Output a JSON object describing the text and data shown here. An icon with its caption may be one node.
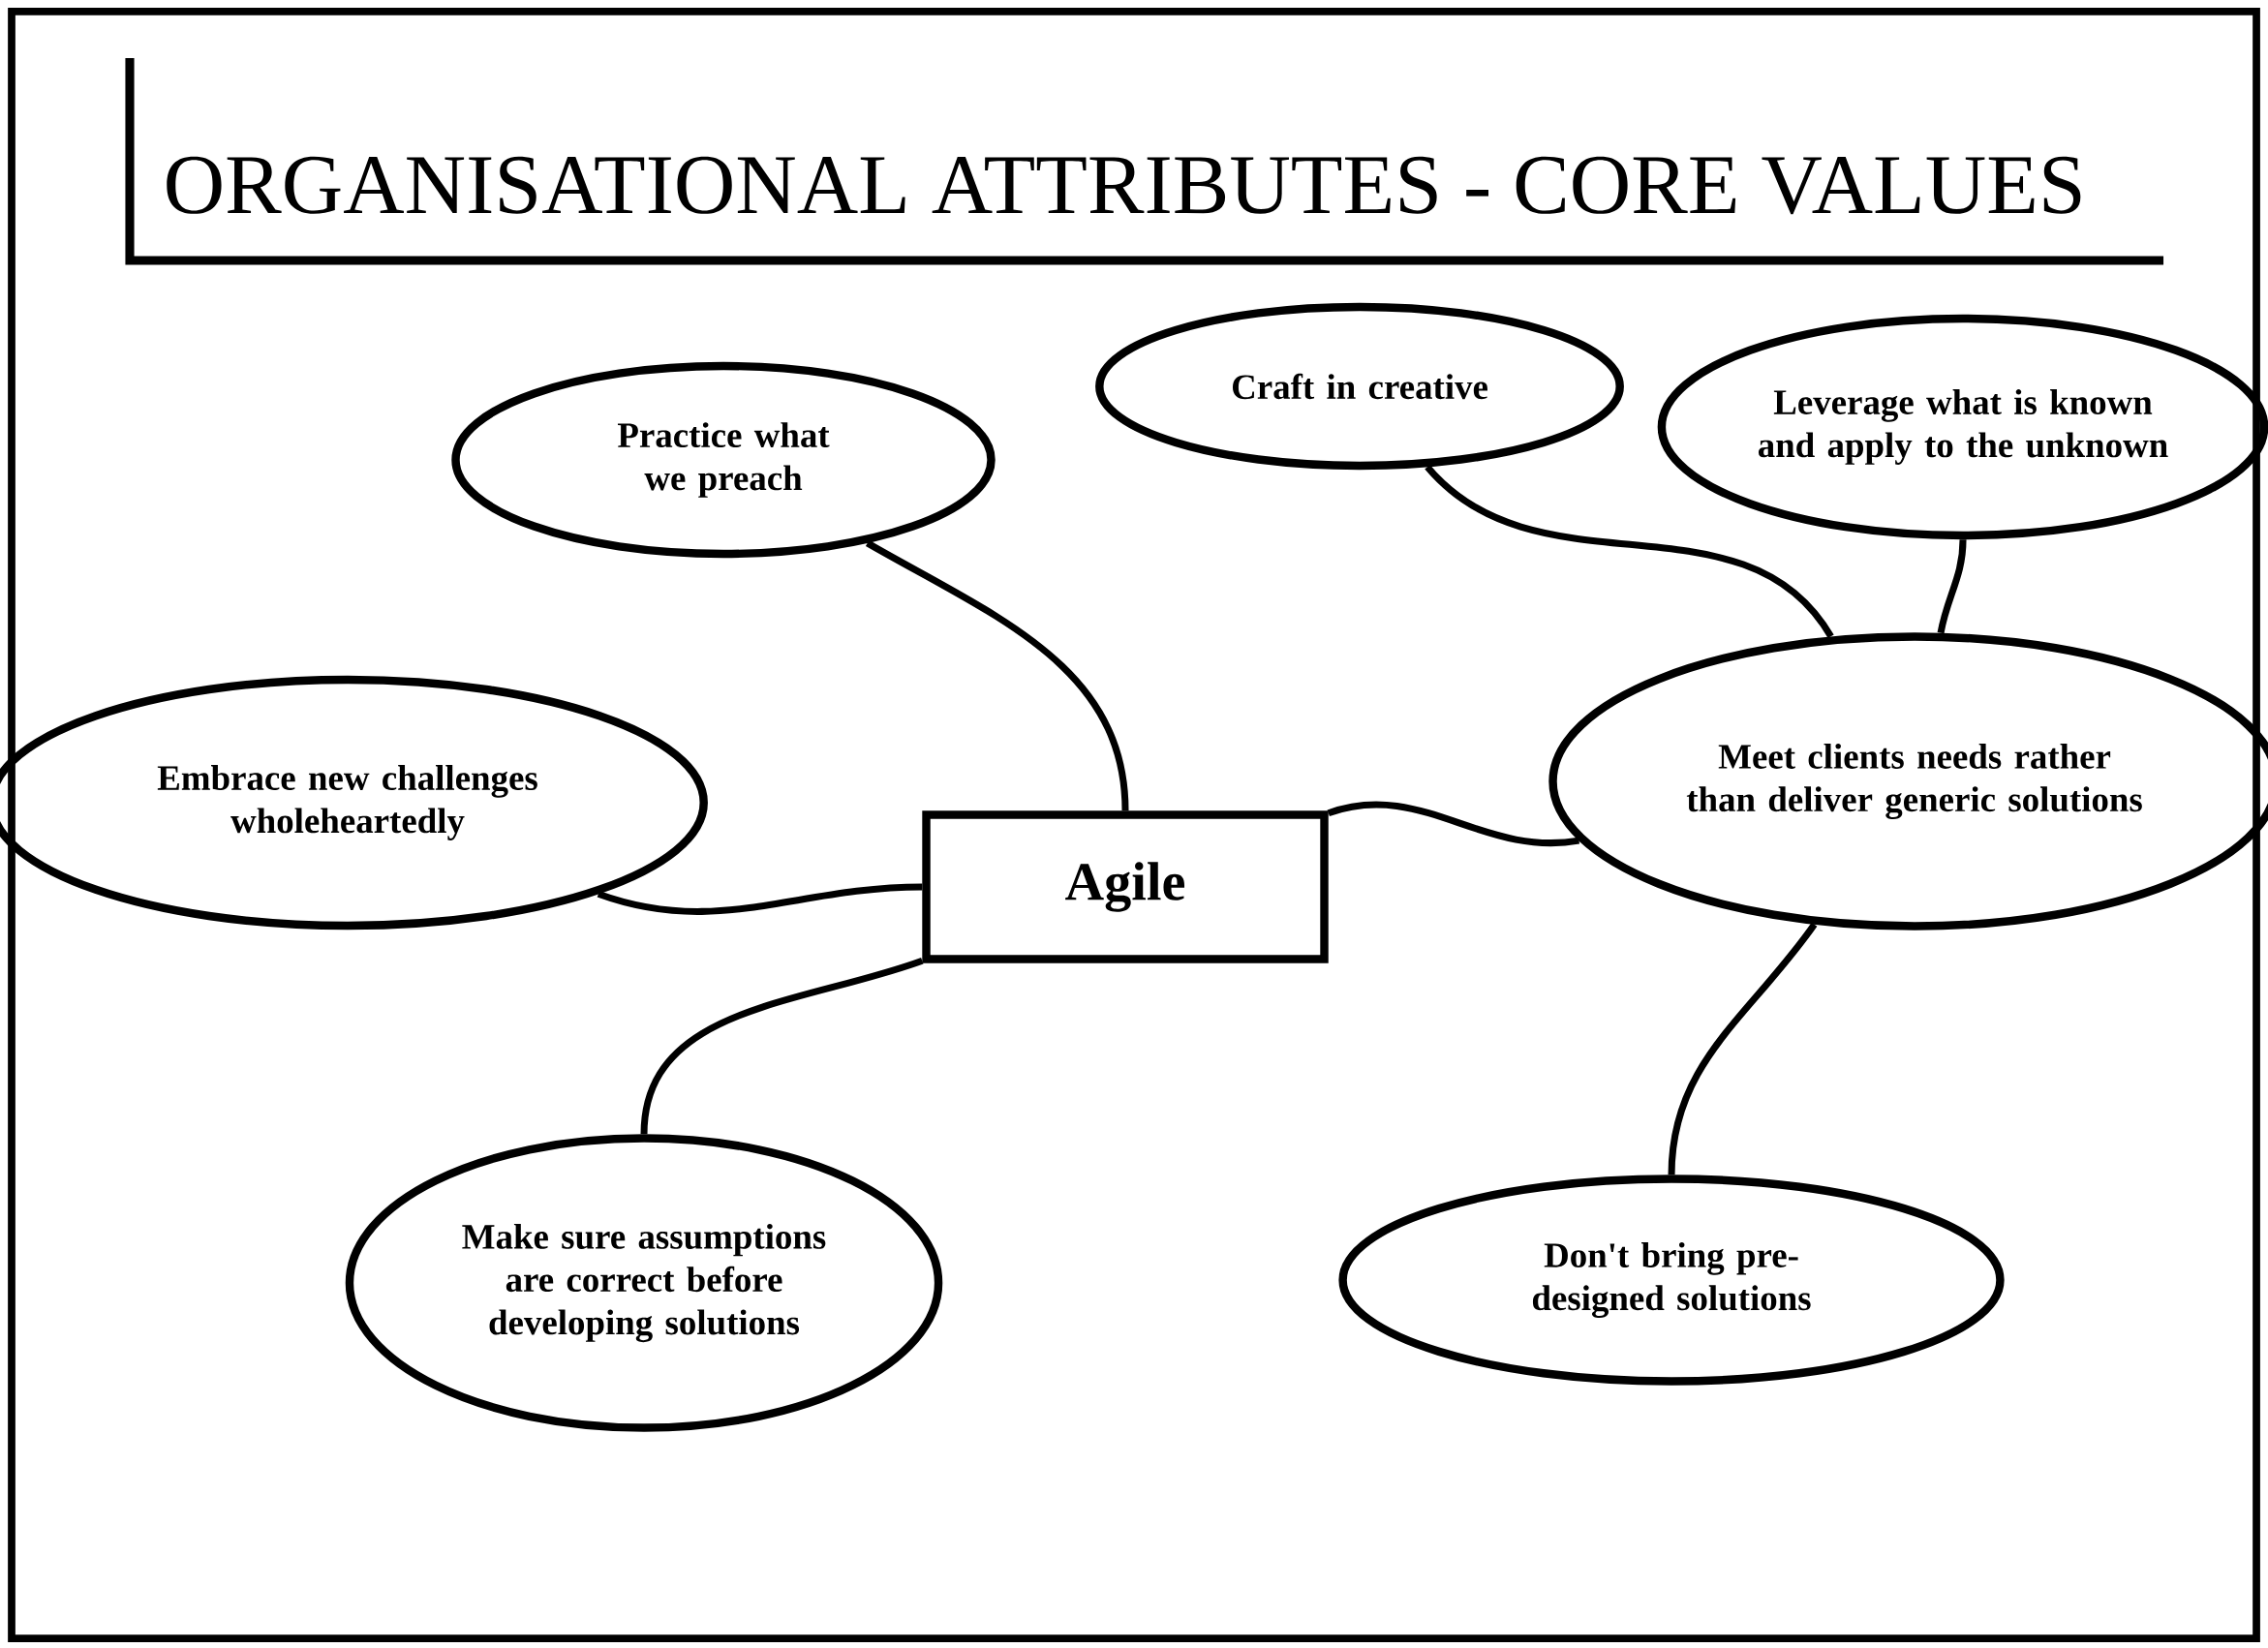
{
  "diagram": {
    "title": "ORGANISATIONAL ATTRIBUTES - CORE VALUES",
    "nodes": [
      {
        "text": [
          "Practice what we preach"
        ]
      },
      {
        "text": [
          "Craft in creative"
        ]
      },
      {
        "text": [
          "Leverage what is known and apply to the unknown"
        ]
      },
      {
        "text": [
          "Embrace new challenges wholeheartedly"
        ]
      },
      {
        "text": [
          "Agile"
        ]
      },
      {
        "text": [
          "Meet clients needs rather than deliver generic solutions"
        ]
      },
      {
        "text": [
          "Make sure assumptions are correct before developing solutions"
        ]
      },
      {
        "text": [
          "Don't bring pre-designed solutions"
        ]
      }
    ],
    "edges": [
      {
        "from": 4,
        "to": 0,
        "arrow": "none"
      },
      {
        "from": 4,
        "to": 3,
        "arrow": "none"
      },
      {
        "from": 4,
        "to": 6,
        "arrow": "none"
      },
      {
        "from": 4,
        "to": 5,
        "arrow": "none"
      },
      {
        "from": 5,
        "to": 1,
        "arrow": "none"
      },
      {
        "from": 5,
        "to": 2,
        "arrow": "none"
      },
      {
        "from": 5,
        "to": 7,
        "arrow": "none"
      }
    ]
  }
}
